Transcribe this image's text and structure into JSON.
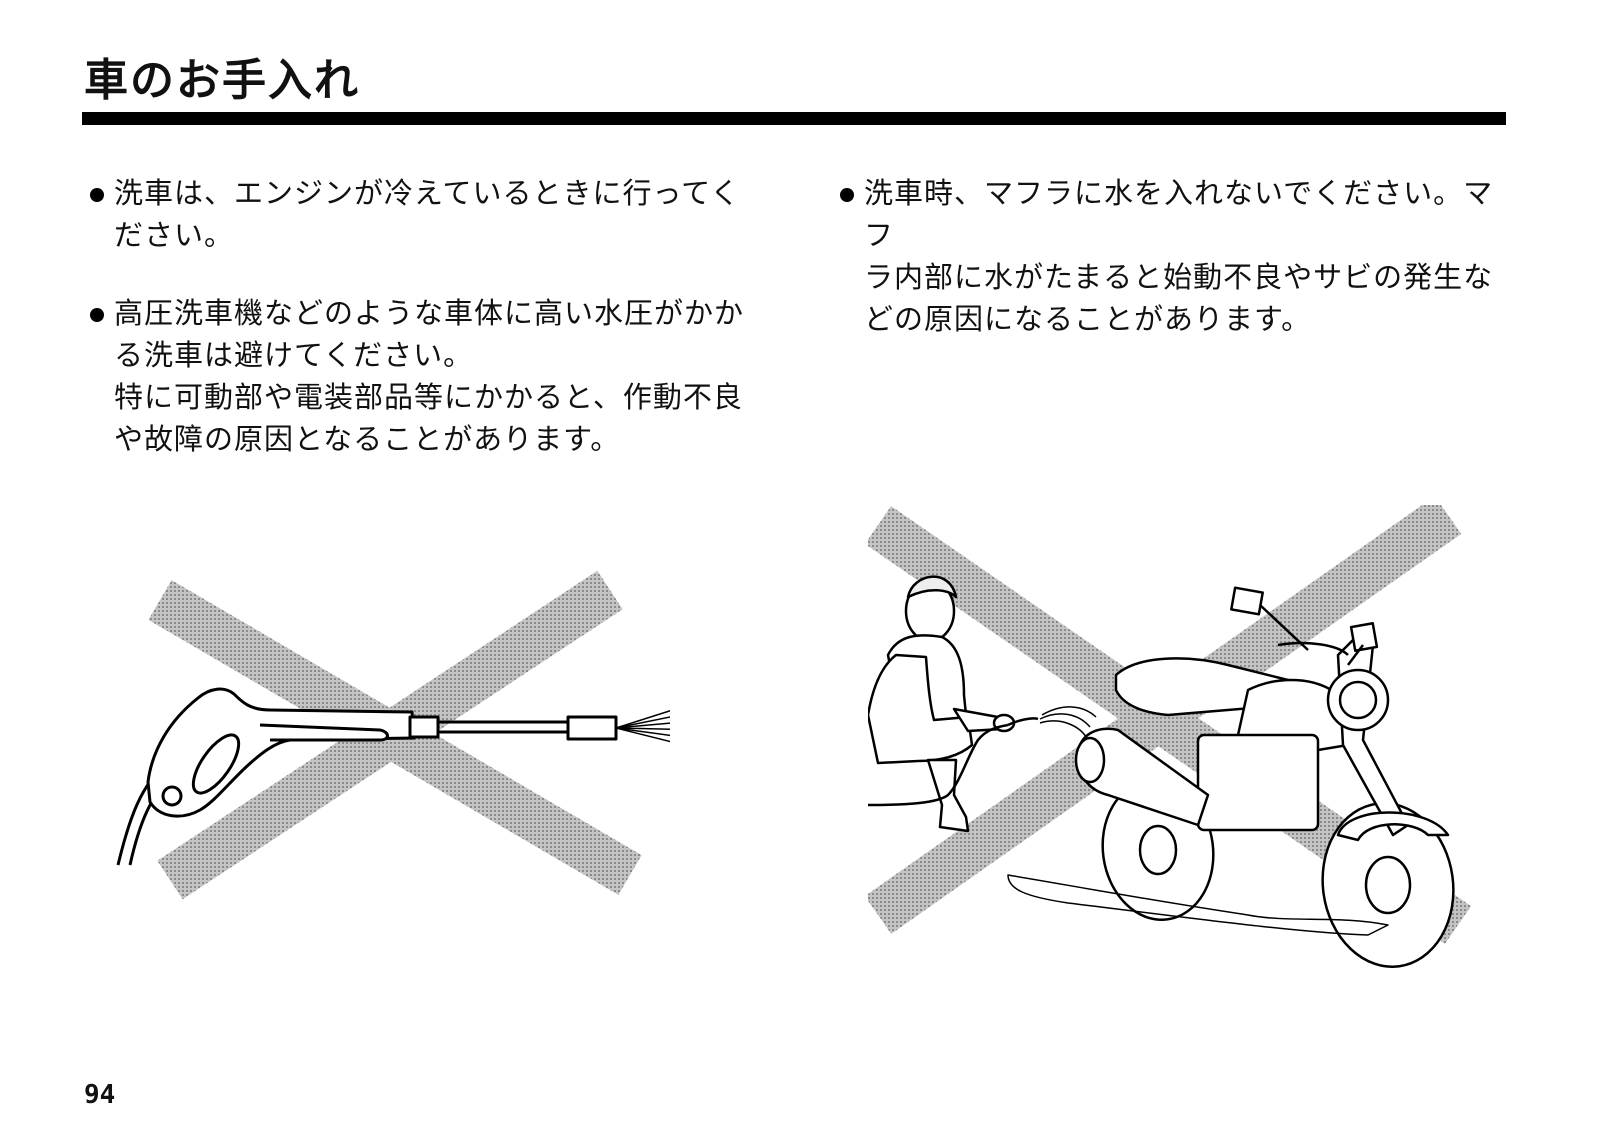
{
  "page": {
    "title": "車のお手入れ",
    "number": "94"
  },
  "left_column": {
    "items": [
      {
        "text": "洗車は、エンジンが冷えているときに行ってく\nださい。"
      },
      {
        "text": "高圧洗車機などのような車体に高い水圧がかか\nる洗車は避けてください。\n特に可動部や電装部品等にかかると、作動不良\nや故障の原因となることがあります。"
      }
    ]
  },
  "right_column": {
    "items": [
      {
        "text": "洗車時、マフラに水を入れないでください。マフ\nラ内部に水がたまると始動不良やサビの発生な\nどの原因になることがあります。"
      }
    ]
  },
  "illustrations": {
    "left_icon": "prohibited-pressure-washer-icon",
    "right_icon": "prohibited-washing-muffler-icon",
    "cross_color": "#a8a8a8"
  }
}
